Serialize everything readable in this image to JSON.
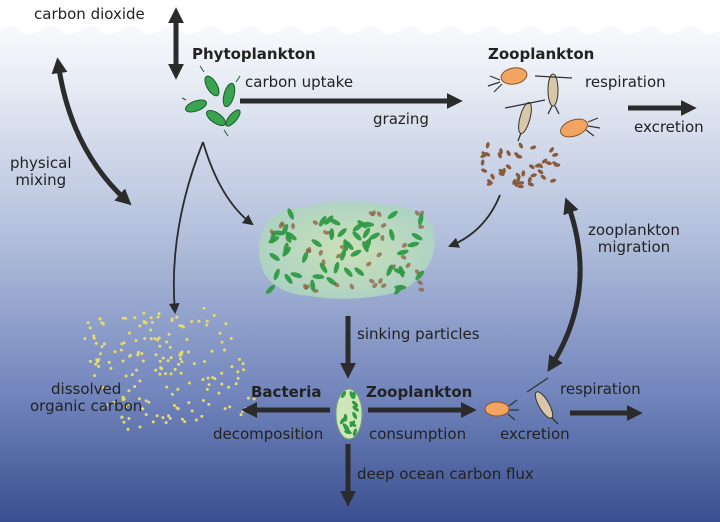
{
  "labels": {
    "carbon_dioxide": "carbon dioxide",
    "phytoplankton": "Phytoplankton",
    "carbon_uptake": "carbon uptake",
    "zooplankton_top": "Zooplankton",
    "respiration_top": "respiration",
    "excretion_top": "excretion",
    "grazing": "grazing",
    "physical_mixing_1": "physical",
    "physical_mixing_2": "mixing",
    "zooplankton_migration_1": "zooplankton",
    "zooplankton_migration_2": "migration",
    "sinking_particles": "sinking particles",
    "dissolved_1": "dissolved",
    "dissolved_2": "organic carbon",
    "bacteria": "Bacteria",
    "decomposition": "decomposition",
    "zooplankton_bottom": "Zooplankton",
    "consumption": "consumption",
    "respiration_bottom": "respiration",
    "excretion_bottom": "excretion",
    "deep_flux": "deep ocean carbon flux"
  },
  "colors": {
    "ocean_top": "#f4f6fa",
    "ocean_mid": "#a9b7d6",
    "ocean_bottom": "#3f5494",
    "arrow": "#2b2b2b",
    "phyto_green": "#2e9a45",
    "zoo_orange": "#f0a15f",
    "particle_brown": "#8a5a3c",
    "doc_yellow": "#e6dc6a"
  }
}
